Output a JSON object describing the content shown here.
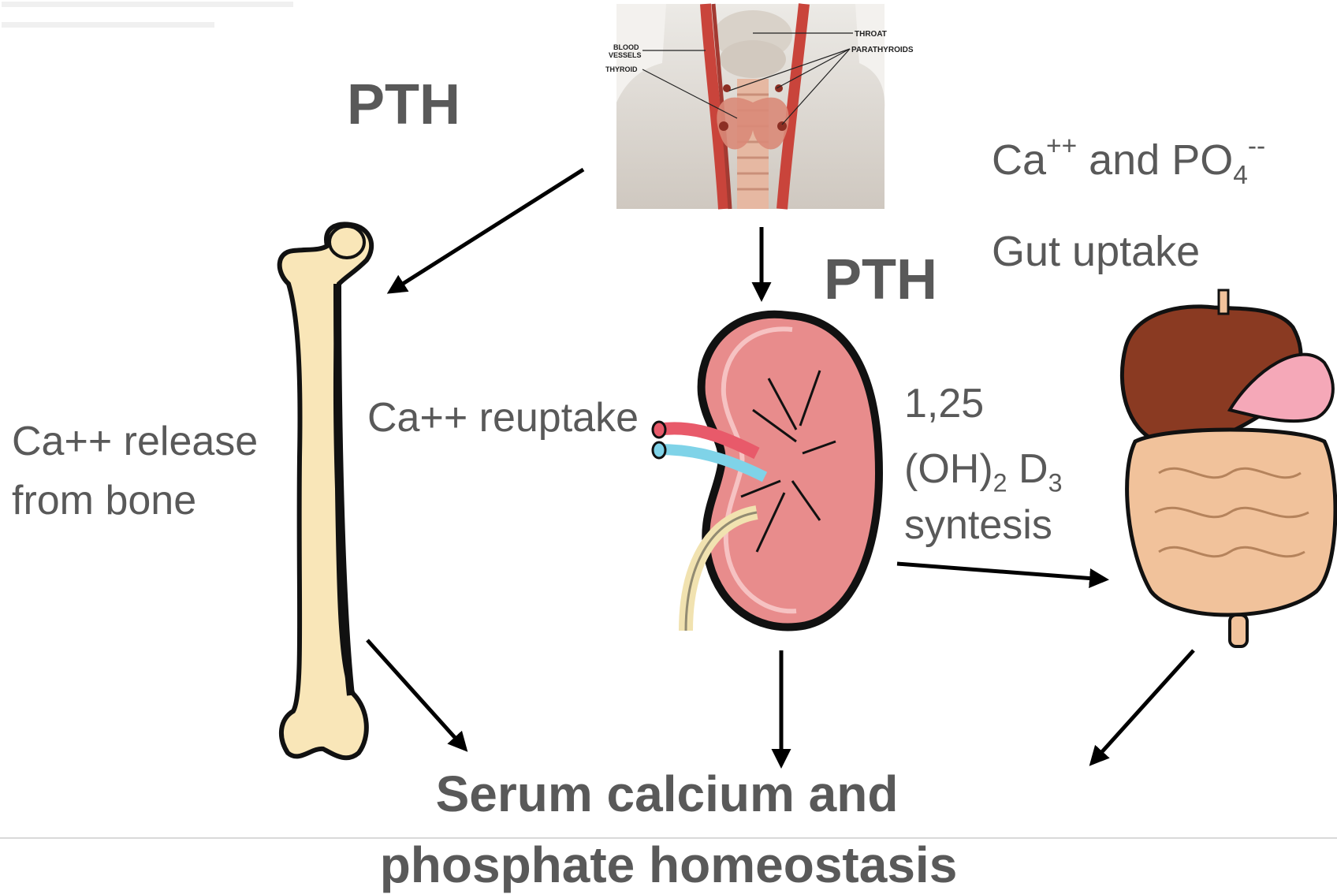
{
  "labels": {
    "pth_top": "PTH",
    "pth_kidney": "PTH",
    "ca_po4": {
      "ca": "Ca",
      "ca_sup": "++",
      "and": " and PO",
      "po_sub": "4",
      "po_sup": "--"
    },
    "gut_uptake": "Gut uptake",
    "bone_release_line1": "Ca++ release",
    "bone_release_line2": "from bone",
    "reuptake": "Ca++ reuptake",
    "vitd_line1": "1,25",
    "vitd_oh": "(OH)",
    "vitd_sub2": "2",
    "vitd_d": " D",
    "vitd_sub3": "3",
    "vitd_line3": "syntesis",
    "homeostasis_line1": "Serum calcium and",
    "homeostasis_line2": "phosphate homeostasis"
  },
  "thyroid_image": {
    "throat": "THROAT",
    "blood_vessels_1": "BLOOD",
    "blood_vessels_2": "VESSELS",
    "parathyroids": "PARATHYROIDS",
    "thyroid": "THYROID"
  },
  "arrows": [
    {
      "from": "parathyroid",
      "to": "bone"
    },
    {
      "from": "parathyroid",
      "to": "kidney"
    },
    {
      "from": "kidney",
      "to": "intestine"
    },
    {
      "from": "bone",
      "to": "homeostasis"
    },
    {
      "from": "kidney",
      "to": "homeostasis"
    },
    {
      "from": "intestine",
      "to": "homeostasis"
    }
  ],
  "colors": {
    "text": "#595959",
    "bone": "#f9e6b8",
    "kidney": "#e88c8c",
    "liver": "#8a3a22",
    "intestine": "#f1c29b",
    "artery": "#e85a6a",
    "vein": "#7fd3e8"
  }
}
